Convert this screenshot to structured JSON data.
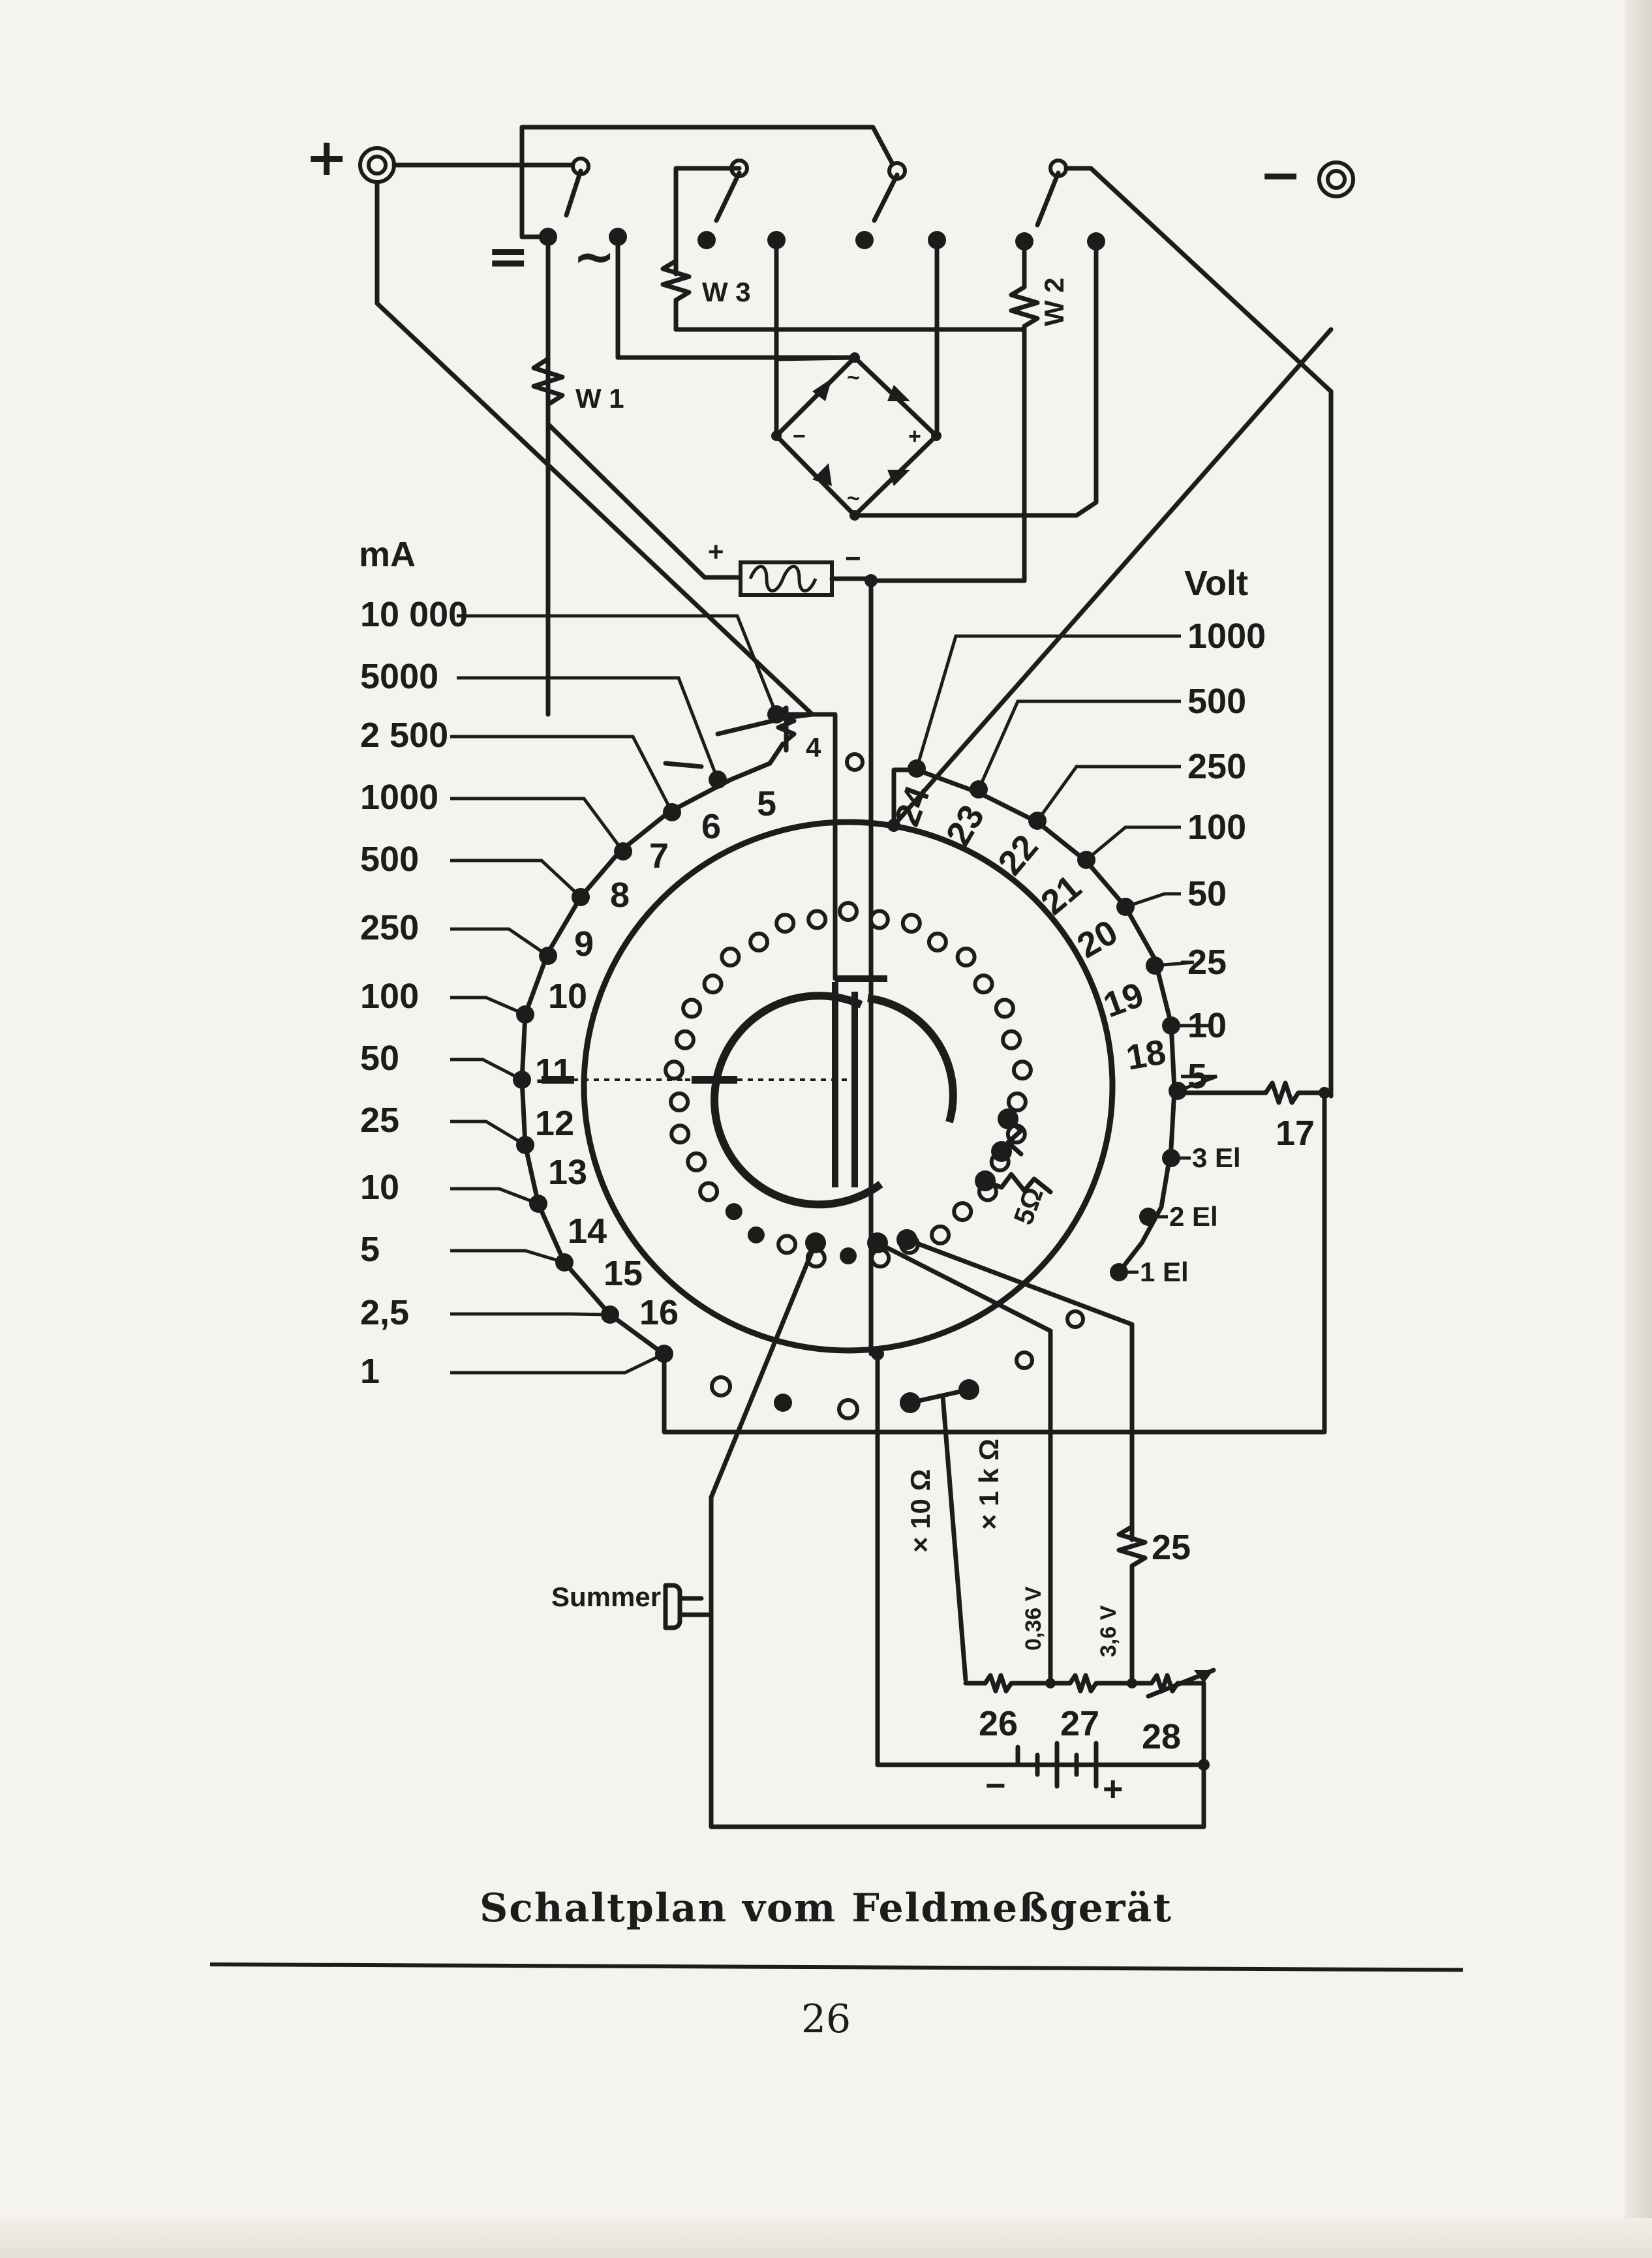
{
  "terminals": {
    "plus": "+",
    "minus": "−"
  },
  "mode_symbols": {
    "dc": "=",
    "ac": "~"
  },
  "resistors": {
    "w1": "W 1",
    "w2": "W 2",
    "w3": "W 3",
    "r4": "4",
    "r17": "17",
    "r25": "25",
    "r26": "26",
    "r27": "27",
    "r28": "28"
  },
  "bridge_marks": {
    "top": "~",
    "bottom": "~",
    "left": "−",
    "right": "+"
  },
  "meter": {
    "plus": "+",
    "minus": "−"
  },
  "ma_scale": {
    "unit": "mA",
    "values": [
      "10 000",
      "5000",
      "2 500",
      "1000",
      "500",
      "250",
      "100",
      "50",
      "25",
      "10",
      "5",
      "2,5",
      "1"
    ],
    "taps": [
      "5",
      "6",
      "7",
      "8",
      "9",
      "10",
      "11",
      "12",
      "13",
      "14",
      "15",
      "16"
    ]
  },
  "volt_scale": {
    "unit": "Volt",
    "values": [
      "1000",
      "500",
      "250",
      "100",
      "50",
      "25",
      "10",
      "5"
    ],
    "taps": [
      "24",
      "23",
      "22",
      "21",
      "20",
      "19",
      "18"
    ]
  },
  "el_taps": [
    "3 El",
    "2 El",
    "1 El"
  ],
  "ohm_label": "5Ω",
  "ohm_ranges": [
    "× 10 Ω",
    "× 1 k Ω"
  ],
  "battery_voltages": [
    "0,36 V",
    "3,6 V"
  ],
  "battery": {
    "minus": "−",
    "plus": "+"
  },
  "buzzer": "Summer",
  "caption": "Schaltplan vom Feldmeßgerät",
  "page_number": "26"
}
